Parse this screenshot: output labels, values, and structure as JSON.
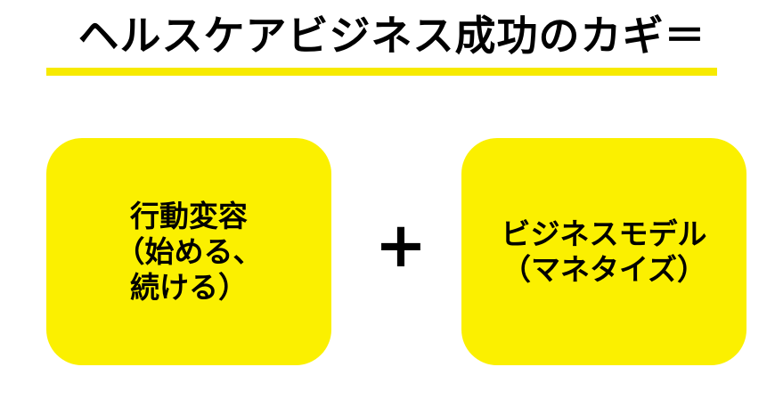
{
  "title": "ヘルスケアビジネス成功のカギ＝",
  "left_box": {
    "text": "行動変容\n（始める、\n続ける）"
  },
  "operator": "+",
  "right_box": {
    "text": "ビジネスモデル\n（マネタイズ）"
  },
  "colors": {
    "box_fill": "#fbf000",
    "underline": "#f7ea00",
    "text": "#000000",
    "background": "#ffffff"
  }
}
